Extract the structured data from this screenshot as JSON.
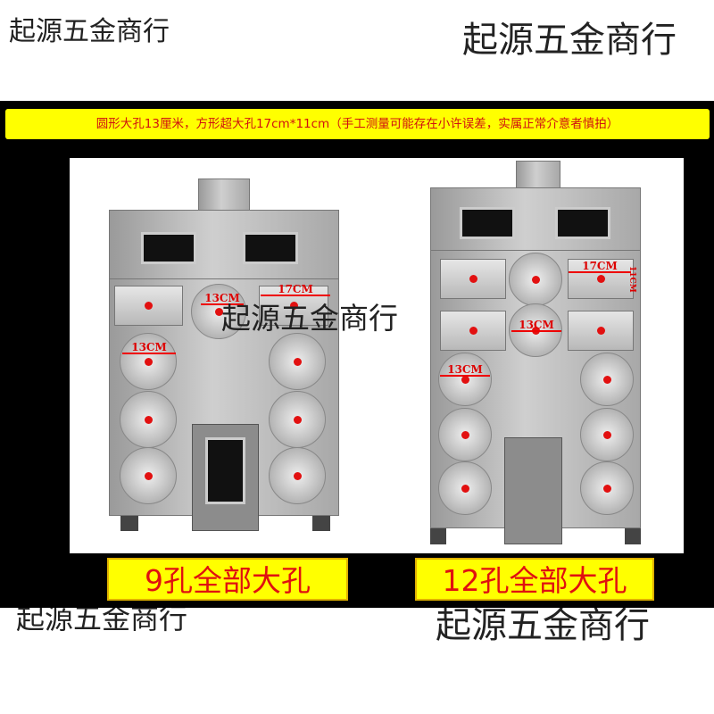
{
  "watermark": "起源五金商行",
  "banner": "圆形大孔13厘米，方形超大孔17cm*11cm（手工测量可能存在小许误差，实属正常介意者慎拍）",
  "products": [
    {
      "label": "9孔全部大孔",
      "dims": {
        "circle": "13CM",
        "rect_w": "17CM",
        "circle2": "13CM"
      }
    },
    {
      "label": "12孔全部大孔",
      "dims": {
        "rect_w": "17CM",
        "rect_h": "11CM",
        "circle": "13CM",
        "circle2": "13CM"
      }
    }
  ],
  "colors": {
    "banner_bg": "#ffff00",
    "banner_text": "#d01010",
    "label_text": "#e01010"
  }
}
